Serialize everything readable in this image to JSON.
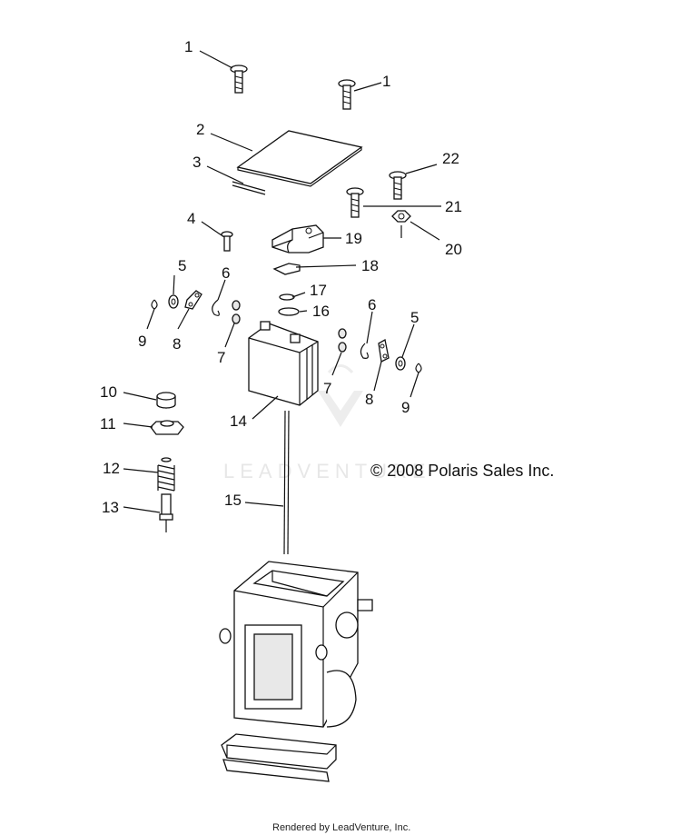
{
  "labels": {
    "l1a": "1",
    "l1b": "1",
    "l2": "2",
    "l3": "3",
    "l4": "4",
    "l5a": "5",
    "l5b": "5",
    "l6a": "6",
    "l6b": "6",
    "l7a": "7",
    "l7b": "7",
    "l8a": "8",
    "l8b": "8",
    "l9a": "9",
    "l9b": "9",
    "l10": "10",
    "l11": "11",
    "l12": "12",
    "l13": "13",
    "l14": "14",
    "l15": "15",
    "l16": "16",
    "l17": "17",
    "l18": "18",
    "l19": "19",
    "l20": "20",
    "l21": "21",
    "l22": "22"
  },
  "copyright": "© 2008 Polaris Sales Inc.",
  "watermark": "LEADVENTURE",
  "footer": "Rendered by LeadVenture, Inc."
}
